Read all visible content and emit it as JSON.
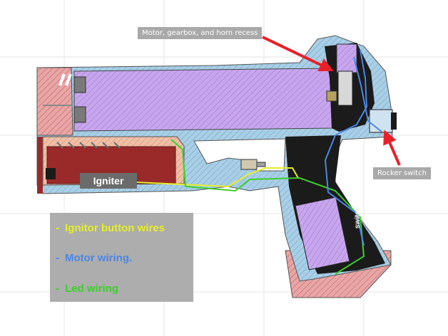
{
  "callouts": {
    "motor_recess": "Motor, gearbox, and horn recess",
    "rocker_switch": "Rocker switch"
  },
  "labels": {
    "igniter": "Igniter",
    "switch": "switch"
  },
  "legend": {
    "items": [
      {
        "dash": "-",
        "text": "Ignitor button wires",
        "color": "#e6ee2a"
      },
      {
        "dash": "-",
        "text": "Motor wiring.",
        "color": "#4b86e8"
      },
      {
        "dash": "-",
        "text": "Led wiring",
        "color": "#3ccf2a"
      }
    ]
  },
  "colors": {
    "frame_blue": "#a9cfe6",
    "chamber_red": "#9a2a2a",
    "battery_purple": "#c8a6ee",
    "dark_body": "#1b1b1b",
    "callout_arrow": "#e8202a"
  }
}
